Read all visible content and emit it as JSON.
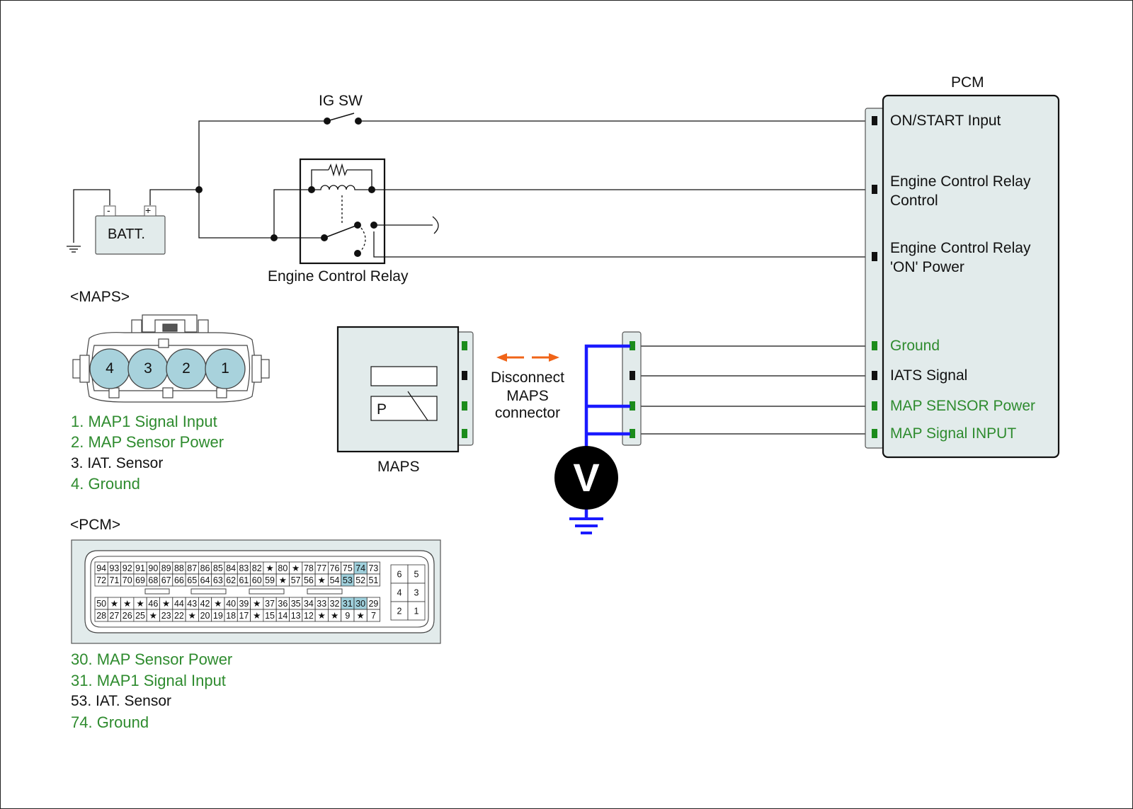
{
  "colors": {
    "green": "#2e8b2e",
    "orange": "#f06418",
    "meter_lead": "#1a1aff",
    "panel_fill": "#e2ebeb",
    "pin_fill": "#a8d2dc",
    "highlight": "#9fd0dc"
  },
  "ig_sw": "IG SW",
  "battery": {
    "label": "BATT.",
    "minus": "-",
    "plus": "+"
  },
  "relay": {
    "label": "Engine Control Relay"
  },
  "pcm_module": {
    "title": "PCM",
    "pins": [
      {
        "lines": [
          "ON/START Input"
        ],
        "green": false
      },
      {
        "lines": [
          "Engine Control Relay",
          "Control"
        ],
        "green": false
      },
      {
        "lines": [
          "Engine Control Relay",
          "'ON' Power"
        ],
        "green": false
      },
      {
        "lines": [
          "Ground"
        ],
        "green": true
      },
      {
        "lines": [
          "IATS Signal"
        ],
        "green": false
      },
      {
        "lines": [
          "MAP SENSOR Power"
        ],
        "green": true
      },
      {
        "lines": [
          "MAP Signal  INPUT"
        ],
        "green": true
      }
    ]
  },
  "maps_sensor": {
    "label": "MAPS",
    "p_label": "P"
  },
  "disconnect": {
    "lines": [
      "Disconnect",
      "MAPS",
      "connector"
    ],
    "icon": "double-arrow-icon"
  },
  "voltmeter": {
    "symbol": "V"
  },
  "maps_connector": {
    "title": "<MAPS>",
    "pins": [
      "4",
      "3",
      "2",
      "1"
    ],
    "legend": [
      {
        "text": "1. MAP1 Signal Input",
        "green": true
      },
      {
        "text": "2. MAP Sensor Power",
        "green": true
      },
      {
        "text": "3. IAT. Sensor",
        "green": false
      },
      {
        "text": "4. Ground",
        "green": true
      }
    ]
  },
  "pcm_connector": {
    "title": "<PCM>",
    "rows": [
      [
        "94",
        "93",
        "92",
        "91",
        "90",
        "89",
        "88",
        "87",
        "86",
        "85",
        "84",
        "83",
        "82",
        "★",
        "80",
        "★",
        "78",
        "77",
        "76",
        "75",
        "74",
        "73"
      ],
      [
        "72",
        "71",
        "70",
        "69",
        "68",
        "67",
        "66",
        "65",
        "64",
        "63",
        "62",
        "61",
        "60",
        "59",
        "★",
        "57",
        "56",
        "★",
        "54",
        "53",
        "52",
        "51"
      ],
      [
        "50",
        "★",
        "★",
        "★",
        "46",
        "★",
        "44",
        "43",
        "42",
        "★",
        "40",
        "39",
        "★",
        "37",
        "36",
        "35",
        "34",
        "33",
        "32",
        "31",
        "30",
        "29"
      ],
      [
        "28",
        "27",
        "26",
        "25",
        "★",
        "23",
        "22",
        "★",
        "20",
        "19",
        "18",
        "17",
        "★",
        "15",
        "14",
        "13",
        "12",
        "★",
        "★",
        "9",
        "★",
        "7"
      ]
    ],
    "highlighted": [
      "74",
      "53",
      "31",
      "30"
    ],
    "small_block": [
      "6",
      "5",
      "4",
      "3",
      "2",
      "1"
    ],
    "legend": [
      {
        "text": "30. MAP Sensor Power",
        "green": true
      },
      {
        "text": "31. MAP1 Signal Input",
        "green": true
      },
      {
        "text": "53. IAT. Sensor",
        "green": false
      },
      {
        "text": "74. Ground",
        "green": true
      }
    ]
  }
}
